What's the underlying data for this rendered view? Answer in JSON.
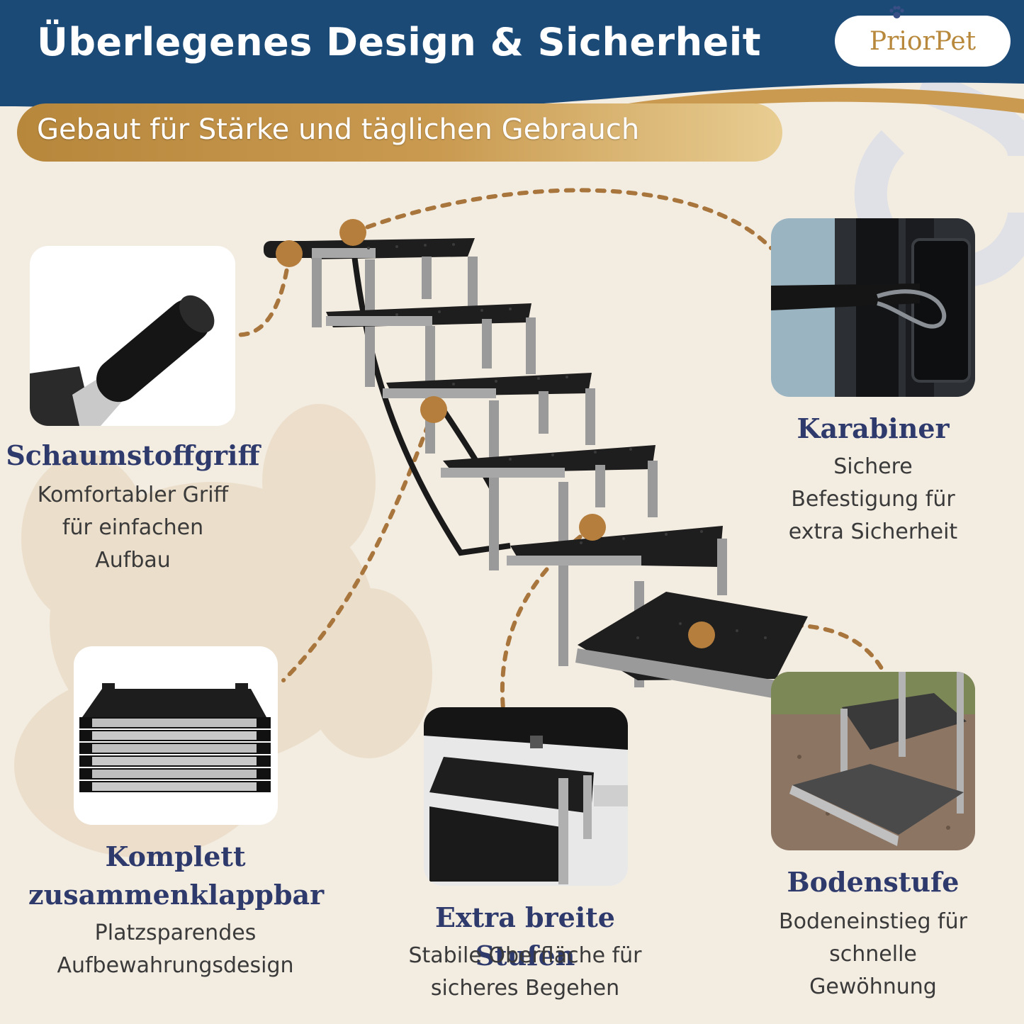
{
  "header": {
    "title": "Überlegenes Design & Sicherheit",
    "logo_text": "PriorPet",
    "subtitle": "Gebaut für Stärke und täglichen Gebrauch"
  },
  "colors": {
    "header_blue": "#1c4a77",
    "accent_gold": "#b7873c",
    "title_navy": "#2e3a6c",
    "background": "#f3ece1",
    "connector_brown": "#b57e3d"
  },
  "features": {
    "handle": {
      "title": "Schaumstoffgriff",
      "desc_lines": [
        "Komfortabler Griff",
        "für einfachen",
        "Aufbau"
      ]
    },
    "carabiner": {
      "title": "Karabiner",
      "desc_lines": [
        "Sichere",
        "Befestigung für",
        "extra Sicherheit"
      ]
    },
    "foldable": {
      "title_lines": [
        "Komplett",
        "zusammenklappbar"
      ],
      "desc_lines": [
        "Platzsparendes",
        "Aufbewahrungsdesign"
      ]
    },
    "wide_steps": {
      "title": "Extra breite Stufen",
      "desc_lines": [
        "Stabile Oberfläche für",
        "sicheres Begehen"
      ]
    },
    "ground_step": {
      "title": "Bodenstufe",
      "desc_lines": [
        "Bodeneinstieg für",
        "schnelle",
        "Gewöhnung"
      ]
    }
  },
  "icons": [
    "paw-icon",
    "foam-handle-icon",
    "carabiner-icon",
    "folded-stairs-icon",
    "wide-step-icon",
    "ground-step-icon",
    "stairs-illustration"
  ]
}
